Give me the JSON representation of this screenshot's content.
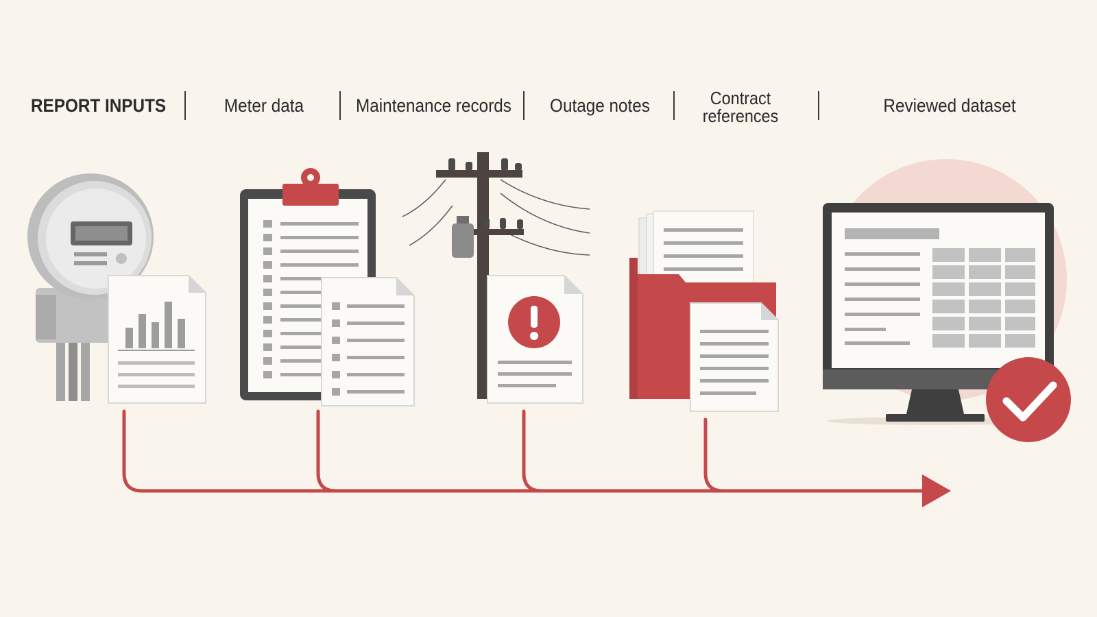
{
  "header": {
    "title": "REPORT INPUTS",
    "stages": [
      {
        "label": "Meter data"
      },
      {
        "label": "Maintenance records"
      },
      {
        "label": "Outage notes"
      },
      {
        "label": "Contract references"
      },
      {
        "label": "Reviewed dataset"
      }
    ]
  },
  "colors": {
    "background": "#f9f4ec",
    "accent_red": "#c5484a",
    "dark_gray": "#4a4a4a",
    "mid_gray": "#a9a9a9",
    "paper": "#fbfaf6"
  },
  "icons": [
    "electric-meter-icon",
    "chart-document-icon",
    "clipboard-icon",
    "document-icon",
    "utility-pole-icon",
    "alert-document-icon",
    "folder-icon",
    "monitor-icon",
    "checkmark-badge-icon",
    "flow-arrow-icon"
  ]
}
